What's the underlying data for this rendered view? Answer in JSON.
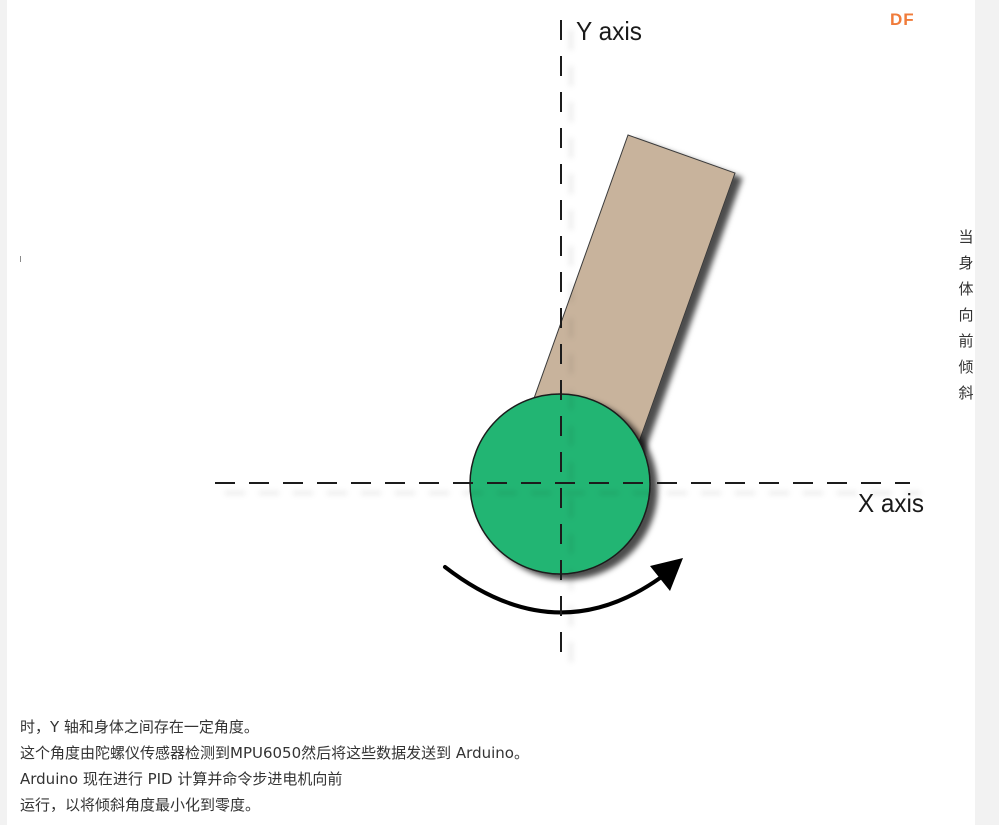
{
  "watermark": {
    "text": "DF",
    "color": "#f07b3a"
  },
  "diagram": {
    "y_axis_label": "Y axis",
    "x_axis_label": "X axis",
    "colors": {
      "body": "#c8b39c",
      "wheel": "#23b573",
      "axis": "#1a1a1a",
      "arrow": "#000000"
    }
  },
  "side_caption": "当身体向前倾斜",
  "article": {
    "lines": [
      "时，Y 轴和身体之间存在一定角度。",
      "这个角度由陀螺仪传感器检测到MPU6050然后将这些数据发送到 Arduino。",
      "Arduino 现在进行 PID 计算并命令步进电机向前",
      "运行，以将倾斜角度最小化到零度。"
    ]
  }
}
